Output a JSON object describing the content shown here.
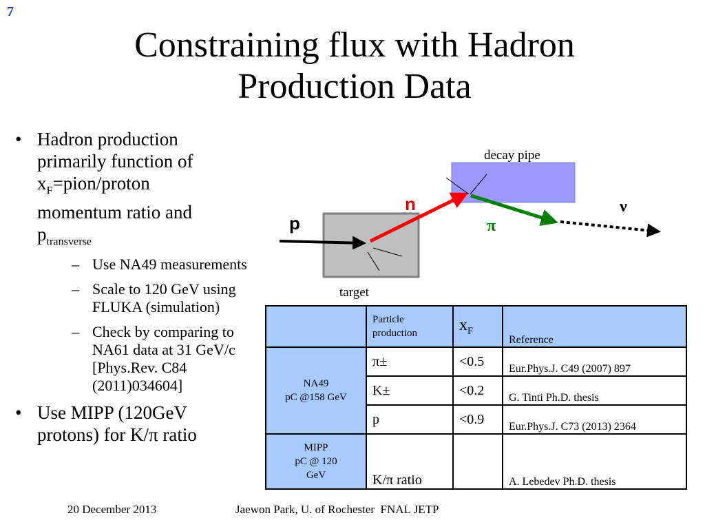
{
  "slide_number": "7",
  "title_line1": "Constraining flux with Hadron",
  "title_line2": "Production Data",
  "bullets": {
    "b1_line1": "Hadron production",
    "b1_line2": "primarily function of",
    "b1_x": "x",
    "b1_x_sub": "F",
    "b1_x_rest": "=pion/proton",
    "b1_line4": "momentum ratio and",
    "b1_p": "p",
    "b1_p_sub": "transverse",
    "sub1": " Use NA49 measurements",
    "sub2": "Scale to 120 GeV using FLUKA (simulation)",
    "sub3": "Check by comparing to NA61 data at 31 GeV/c [Phys.Rev. C84 (2011)034604]",
    "b2": "Use MIPP (120GeV protons) for K/π ratio"
  },
  "diagram": {
    "decay_pipe": "decay pipe",
    "target": "target",
    "p": "p",
    "n": "n",
    "pi": "π",
    "nu": "ν",
    "colors": {
      "target_fill": "#bfbfbf",
      "pipe_fill": "#9999ff",
      "red": "#ff0000",
      "green": "#008000",
      "n_label": "#e00000",
      "pi_label": "#008000"
    }
  },
  "table": {
    "header": {
      "col2_line1": "Particle",
      "col2_line2": "production",
      "col3": "x",
      "col3_sub": "F",
      "col4": "Reference"
    },
    "na49_line1": "NA49",
    "na49_line2": "pC @158 GeV",
    "mipp_line1": "MIPP",
    "mipp_line2": "pC @ 120",
    "mipp_line3": "GeV",
    "rows": [
      {
        "particle": "π±",
        "xf": "<0.5",
        "ref": "Eur.Phys.J. C49 (2007) 897"
      },
      {
        "particle": "K±",
        "xf": "<0.2",
        "ref": "G. Tinti Ph.D. thesis"
      },
      {
        "particle": "p",
        "xf": "<0.9",
        "ref": "Eur.Phys.J. C73 (2013) 2364"
      },
      {
        "particle": "K/π ratio",
        "xf": "",
        "ref": "A. Lebedev Ph.D. thesis"
      }
    ]
  },
  "footer": {
    "date": "20 December 2013",
    "author": "Jaewon Park, U. of Rochester  FNAL JETP"
  }
}
